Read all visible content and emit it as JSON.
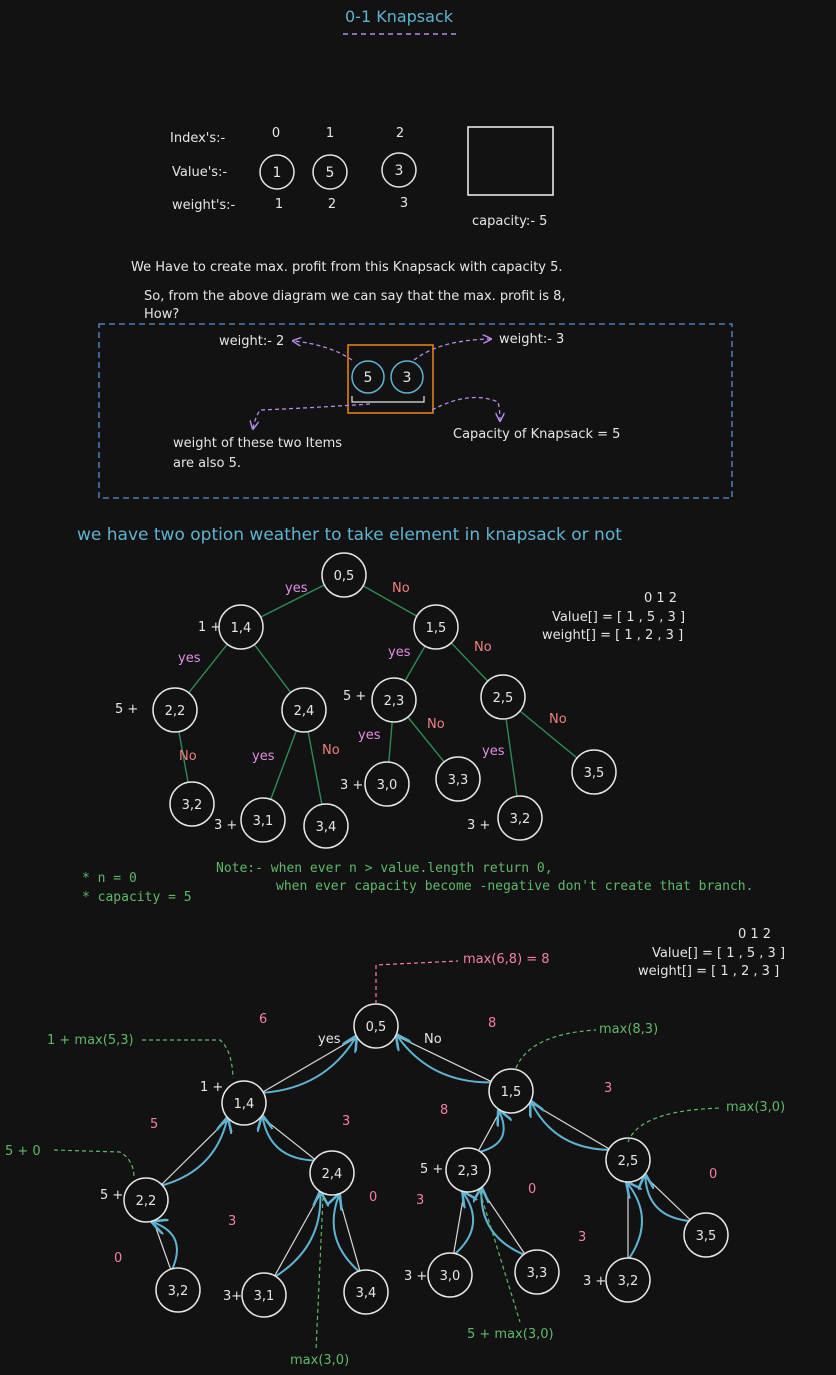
{
  "title": "0-1 Knapsack",
  "colors": {
    "bg": "#121212",
    "white": "#e6e6e6",
    "cyan": "#5fb3d0",
    "green": "#4caf50",
    "pink": "#f47fa8",
    "purple": "#b48ce6",
    "orange": "#e57f12",
    "salmon": "#f08080",
    "lightgreen": "#5fb86a"
  },
  "intro": {
    "index_label": "Index's:-",
    "value_label": "Value's:-",
    "weight_label": "weight's:-",
    "indexes": [
      "0",
      "1",
      "2"
    ],
    "values": [
      "1",
      "5",
      "3"
    ],
    "weights": [
      "1",
      "2",
      "3"
    ],
    "capacity_label": "capacity:- 5"
  },
  "explain": {
    "line1": "We Have to create max. profit from this Knapsack with capacity 5.",
    "line2": "So, from the above diagram we can say that the max. profit is 8,",
    "line3": "How?",
    "weight_left": "weight:- 2",
    "weight_right": "weight:- 3",
    "item_a": "5",
    "item_b": "3",
    "note_items_1": "weight of these two Items",
    "note_items_2": "are also 5.",
    "note_capacity": "Capacity of Knapsack = 5"
  },
  "tree1": {
    "heading": "we have two option weather to take element in knapsack or not",
    "nodes": [
      "0,5",
      "1,4",
      "1,5",
      "2,2",
      "2,4",
      "2,3",
      "2,5",
      "3,2",
      "3,1",
      "3,4",
      "3,0",
      "3,3",
      "3,5",
      "3,2"
    ],
    "yes": "yes",
    "no": "No",
    "plus_labels": [
      "1 +",
      "5 +",
      "5 +",
      "3 +",
      "3 +",
      "3 +"
    ],
    "arr_idx": "0   1   2",
    "arr_value": "Value[] = [ 1 , 5 , 3 ]",
    "arr_weight": "weight[] = [ 1 , 2 , 3 ]"
  },
  "notes": {
    "n": "* n = 0",
    "capacity": "* capacity = 5",
    "line1": "Note:- when ever n > value.length return 0,",
    "line2": "when ever capacity become -negative don't create that branch."
  },
  "tree2": {
    "arr_idx": "0   1   2",
    "arr_value": "Value[] = [ 1 , 5 , 3 ]",
    "arr_weight": "weight[] = [ 1 , 2 , 3 ]",
    "nodes": [
      "0,5",
      "1,4",
      "1,5",
      "2,2",
      "2,4",
      "2,3",
      "2,5",
      "3,2",
      "3,1",
      "3,4",
      "3,0",
      "3,3",
      "3,5",
      "3,2"
    ],
    "max_root": "max(6,8) = 8",
    "ann_14": "1 + max(5,3)",
    "ann_15": "max(8,3)",
    "ann_25": "max(3,0)",
    "ann_22": "5 + 0",
    "ann_24": "max(3,0)",
    "ann_23": "5 + max(3,0)",
    "yes": "yes",
    "no": "No",
    "ret_6": "6",
    "ret_8": "8",
    "ret_5": "5",
    "ret_3a": "3",
    "ret_8b": "8",
    "ret_3b": "3",
    "ret_0a": "0",
    "ret_3c": "3",
    "ret_0b": "0",
    "ret_3d": "3",
    "ret_0c": "0",
    "ret_3e": "3",
    "ret_0d": "0",
    "plus_labels": [
      "1 +",
      "5 +",
      "5 +",
      "3 +",
      "3+",
      "3 +"
    ]
  }
}
